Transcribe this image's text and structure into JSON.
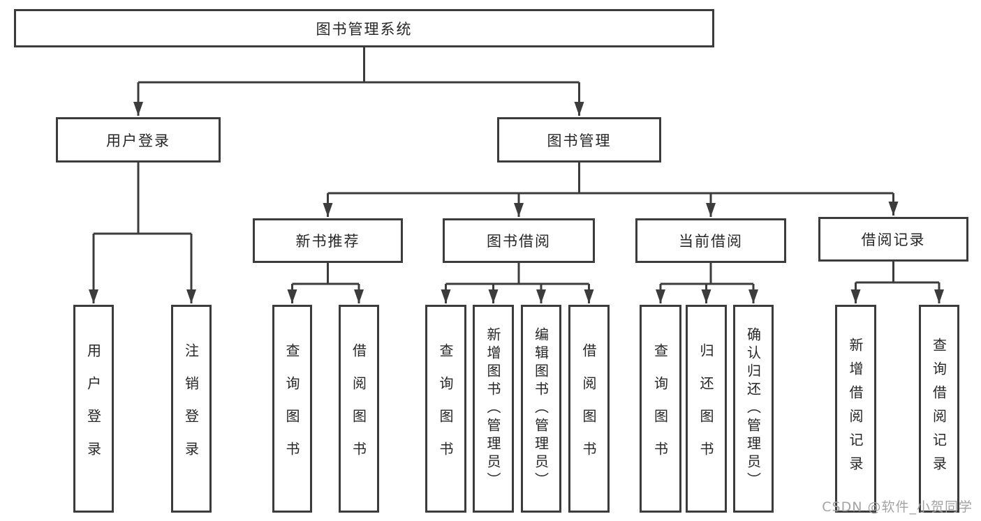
{
  "tree": {
    "root": {
      "label": "图书管理系统"
    },
    "branches": [
      {
        "label": "用户登录",
        "leaves": [
          {
            "label": "用户登录"
          },
          {
            "label": "注销登录"
          }
        ]
      },
      {
        "label": "图书管理",
        "groups": [
          {
            "label": "新书推荐",
            "leaves": [
              {
                "label": "查询图书"
              },
              {
                "label": "借阅图书"
              }
            ]
          },
          {
            "label": "图书借阅",
            "leaves": [
              {
                "label": "查询图书"
              },
              {
                "label": "新增图书（管理员）"
              },
              {
                "label": "编辑图书（管理员）"
              },
              {
                "label": "借阅图书"
              }
            ]
          },
          {
            "label": "当前借阅",
            "leaves": [
              {
                "label": "查询图书"
              },
              {
                "label": "归还图书"
              },
              {
                "label": "确认归还（管理员）"
              }
            ]
          },
          {
            "label": "借阅记录",
            "leaves": [
              {
                "label": "新增借阅记录"
              },
              {
                "label": "查询借阅记录"
              }
            ]
          }
        ]
      }
    ]
  },
  "watermark": {
    "text": "CSDN @软件_小贺同学"
  },
  "colors": {
    "line": "#3c3c3c",
    "box_border": "#3c3c3c",
    "text": "#262626",
    "watermark": "#a3a3a3",
    "background": "#ffffff"
  }
}
